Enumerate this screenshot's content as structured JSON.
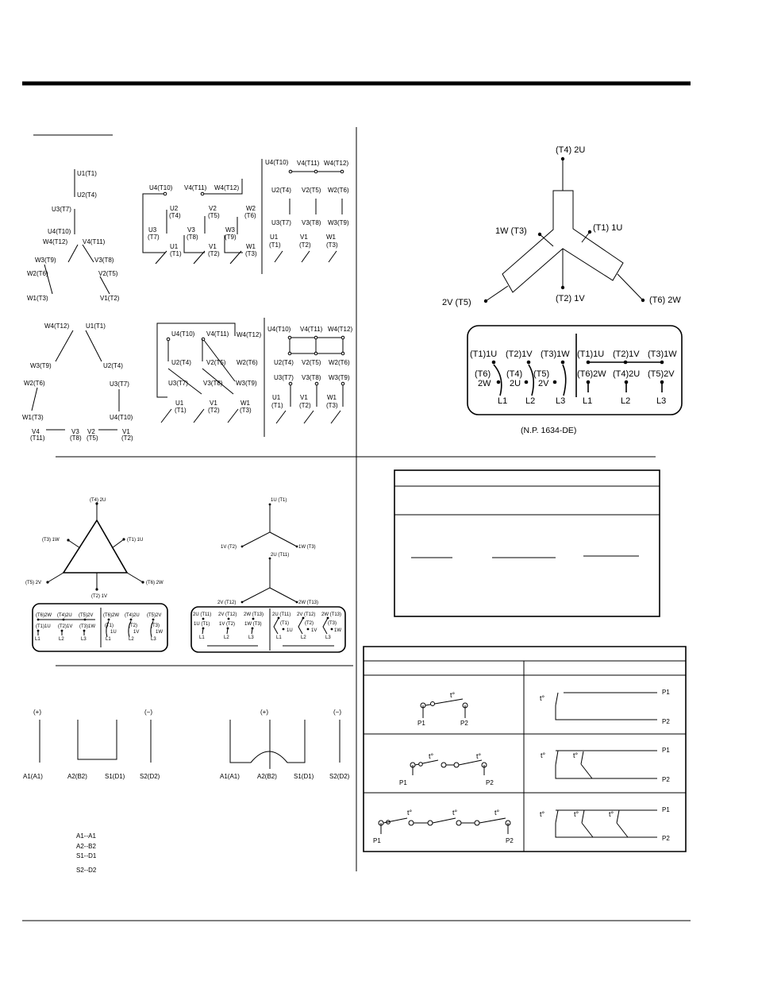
{
  "diagram_a": {
    "labels": [
      "U1(T1)",
      "U2(T4)",
      "U3(T7)",
      "U4(T10)",
      "W4(T12)",
      "V4(T11)",
      "W3(T9)",
      "V3(T8)",
      "W2(T6)",
      "V2(T5)",
      "W1(T3)",
      "V1(T2)"
    ]
  },
  "diagram_b": {
    "top": [
      "U4(T10)",
      "V4(T11)",
      "W4(T12)"
    ],
    "mid": [
      "U2",
      "(T4)",
      "V2",
      "(T5)",
      "W2",
      "(T6)"
    ],
    "low": [
      "U3",
      "(T7)",
      "V3",
      "(T8)",
      "W3",
      "(T9)"
    ],
    "bot": [
      "U1",
      "(T1)",
      "V1",
      "(T2)",
      "W1",
      "(T3)"
    ]
  },
  "diagram_c": {
    "r1": [
      "U4(T10)",
      "V4(T11)",
      "W4(T12)"
    ],
    "r2": [
      "U2(T4)",
      "V2(T5)",
      "W2(T6)"
    ],
    "r3": [
      "U3(T7)",
      "V3(T8)",
      "W3(T9)"
    ],
    "r4": [
      "U1",
      "V1",
      "W1"
    ],
    "r4b": [
      "(T1)",
      "(T2)",
      "(T3)"
    ]
  },
  "diagram_d": {
    "labels": [
      "W4(T12)",
      "U1(T1)",
      "W3(T9)",
      "U2(T4)",
      "W2(T6)",
      "U3(T7)",
      "W1(T3)",
      "U4(T10)",
      "V4",
      "(T11)",
      "V3",
      "(T8)",
      "V2",
      "(T5)",
      "V1",
      "(T2)"
    ]
  },
  "diagram_e": {
    "r1": [
      "U4(T10)",
      "V4(T11)",
      "W4(T12)"
    ],
    "r2": [
      "U2(T4)",
      "V2(T5)",
      "W2(T6)"
    ],
    "r3": [
      "U3(T7)",
      "V3(T8)",
      "W3(T9)"
    ],
    "r4": [
      "U1",
      "V1",
      "W1"
    ],
    "r4b": [
      "(T1)",
      "(T2)",
      "(T3)"
    ]
  },
  "diagram_f": {
    "r1": [
      "U4(T10)",
      "V4(T11)",
      "W4(T12)"
    ],
    "r2": [
      "U2(T4)",
      "V2(T5)",
      "W2(T6)"
    ],
    "r3": [
      "U3(T7)",
      "V3(T8)",
      "W3(T9)"
    ],
    "r4": [
      "U1",
      "V1",
      "W1"
    ],
    "r4b": [
      "(T1)",
      "(T2)",
      "(T3)"
    ]
  },
  "wye_big": {
    "top": "(T4)   2U",
    "left": "1W  (T3)",
    "right": "(T1)   1U",
    "center": "(T2)    1V",
    "bl": "2V   (T5)",
    "br": "(T6)    2W",
    "box_left_top": [
      "(T1)1U",
      "(T2)1V",
      "(T3)1W"
    ],
    "box_left_mid": [
      "(T6)",
      "(T4)",
      "(T5)"
    ],
    "box_left_mid2": [
      "2W",
      "2U",
      "2V"
    ],
    "box_right_top": [
      "(T1)1U",
      "(T2)1V",
      "(T3)1W"
    ],
    "box_right_mid": [
      "(T6)2W",
      "(T4)2U",
      "(T5)2V"
    ],
    "lines": [
      "L1",
      "L2",
      "L3"
    ],
    "caption": "(N.P. 1634-DE)"
  },
  "delta": {
    "top": "(T4) 2U",
    "left": "(T3) 1W",
    "right": "(T1) 1U",
    "bl": "(T5) 2V",
    "br": "(T6) 2W",
    "bottom": "(T2) 1V",
    "box_a_top": [
      "(T6)2W",
      "(T4)2U",
      "(T5)2V"
    ],
    "box_a_mid": [
      "(T1)1U",
      "(T2)1V",
      "(T3)1W"
    ],
    "box_b_top": [
      "(T6)2W",
      "(T4)2U",
      "(T5)2V"
    ],
    "box_b_mid": [
      "(T1)",
      "(T2)",
      "(T3)"
    ],
    "box_b_mid2": [
      "1U",
      "1V",
      "1W"
    ],
    "lines": [
      "L1",
      "L2",
      "L3"
    ]
  },
  "dual_wye": {
    "w1_top": "1U (T1)",
    "w1_left": "1V (T2)",
    "w1_right": "1W (T3)",
    "w2_top": "2U (T11)",
    "w2_left": "2V (T12)",
    "w2_right": "2W (T13)",
    "box_a_top": [
      "2U (T11)",
      "2V (T12)",
      "2W (T13)"
    ],
    "box_a_mid": [
      "1U (T1)",
      "1V (T2)",
      "1W (T3)"
    ],
    "box_b_top": [
      "2U (T11)",
      "2V (T12)",
      "2W (T13)"
    ],
    "box_b_mid": [
      "(T1)",
      "(T2)",
      "(T3)"
    ],
    "box_b_mid2": [
      "1U",
      "1V",
      "1W"
    ],
    "lines": [
      "L1",
      "L2",
      "L3"
    ]
  },
  "dc": {
    "plus": "(+)",
    "minus": "(−)",
    "terms": [
      "A1(A1)",
      "A2(B2)",
      "S1(D1)",
      "S2(D2)"
    ],
    "legend": [
      "A1--A1",
      "A2--B2",
      "S1--D1",
      "S2--D2"
    ]
  },
  "thermo": {
    "t": "t°",
    "p1": "P1",
    "p2": "P2"
  }
}
